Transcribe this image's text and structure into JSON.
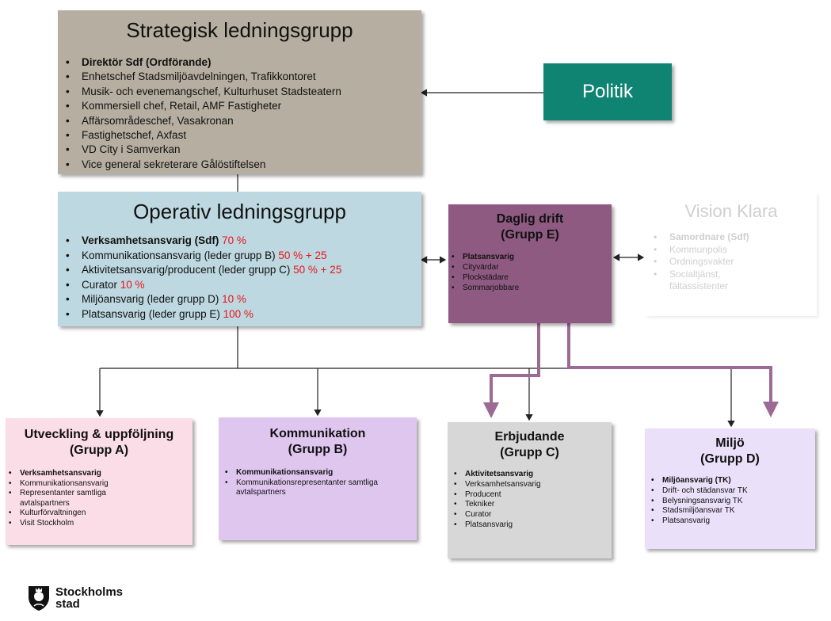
{
  "strategic": {
    "title": "Strategisk ledningsgrupp",
    "items": [
      "Direktör Sdf (Ordförande)",
      "Enhetschef Stadsmiljöavdelningen, Trafikkontoret",
      "Musik- och evenemangschef, Kulturhuset Stadsteatern",
      "Kommersiell chef, Retail, AMF Fastigheter",
      "Affärsområdeschef, Vasakronan",
      "Fastighetschef, Axfast",
      "VD City i Samverkan",
      "Vice general sekreterare Gålöstiftelsen"
    ]
  },
  "politik": {
    "title": "Politik"
  },
  "operative": {
    "title": "Operativ ledningsgrupp",
    "items": [
      {
        "text": "Verksamhetsansvarig (Sdf)",
        "pct": "70 %"
      },
      {
        "text": "Kommunikationsansvarig (leder grupp B)",
        "pct": "50 % + 25"
      },
      {
        "text": "Aktivitetsansvarig/producent (leder grupp C)",
        "pct": "50 % + 25"
      },
      {
        "text": "Curator",
        "pct": "10 %"
      },
      {
        "text": "Miljöansvarig (leder grupp D)",
        "pct": "10 %"
      },
      {
        "text": "Platsansvarig (leder grupp E)",
        "pct": "100 %"
      }
    ]
  },
  "daily": {
    "title1": "Daglig drift",
    "title2": "(Grupp E)",
    "items": [
      "Platsansvarig",
      "Cityvärdar",
      "Plockstädare",
      "Sommarjobbare"
    ]
  },
  "vision": {
    "title": "Vision Klara",
    "items": [
      "Samordnare (Sdf)",
      "Kommunpolis",
      "Ordningsvakter",
      "Socialtjänst, fältassistenter"
    ]
  },
  "groupA": {
    "title1": "Utveckling & uppföljning",
    "title2": "(Grupp A)",
    "items": [
      "Verksamhetsansvarig",
      "Kommunikationsansvarig",
      "Representanter samtliga avtalspartners",
      "Kulturförvaltningen",
      "Visit Stockholm"
    ]
  },
  "groupB": {
    "title1": "Kommunikation",
    "title2": "(Grupp B)",
    "items": [
      "Kommunikationsansvarig",
      "Kommunikationsrepresentanter samtliga avtalspartners"
    ]
  },
  "groupC": {
    "title1": "Erbjudande",
    "title2": "(Grupp C)",
    "items": [
      "Aktivitetsansvarig",
      "Verksamhetsansvarig",
      "Producent",
      "Tekniker",
      "Curator",
      "Platsansvarig"
    ]
  },
  "groupD": {
    "title1": "Miljö",
    "title2": "(Grupp D)",
    "items": [
      "Miljöansvarig (TK)",
      "Drift- och städansvar TK",
      "Belysningsansvarig TK",
      "Stadsmiljöansvar TK",
      "Platsansvarig"
    ]
  },
  "logo": {
    "line1": "Stockholms",
    "line2": "stad"
  },
  "colors": {
    "strategic": "#b6aea0",
    "politik": "#108472",
    "operative": "#bdd8e0",
    "daily": "#8e5a82",
    "vision_text": "#cfcfcf",
    "groupA": "#fbdde8",
    "groupB": "#dfc6ef",
    "groupC": "#d7d7d7",
    "groupD": "#ebe0fa",
    "percent": "#e8141b",
    "purple_arrow": "#9c6a95"
  }
}
